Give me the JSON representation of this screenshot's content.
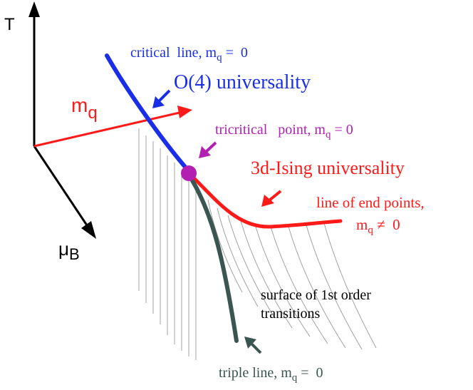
{
  "axes": {
    "t_label": "T",
    "muB_mu": "μ",
    "muB_sub": "B",
    "mq_m": "m",
    "mq_sub": "q"
  },
  "labels": {
    "critical_line": {
      "text": "critical  line, m",
      "sub": "q",
      "tail": " =  0"
    },
    "o4": "O(4) universality",
    "tricritical": {
      "text": "tricritical   point, m",
      "sub": "q",
      "tail": " = 0"
    },
    "ising": "3d-Ising universality",
    "end_points_1": "line of end points,",
    "end_points_2": {
      "text": "m",
      "sub": "q",
      "tail": " ≠  0"
    },
    "surface_1": "surface of 1st order",
    "surface_2": "transitions",
    "triple_line": {
      "text": "triple line, m",
      "sub": "q",
      "tail": " =  0"
    }
  },
  "colors": {
    "axis": "#000000",
    "mq_axis": "#ff1a1a",
    "critical": "#1a2ee8",
    "tricritical": "#b21fb2",
    "ising": "#ff1a1a",
    "triple": "#3b5551",
    "surface": "#999999"
  }
}
